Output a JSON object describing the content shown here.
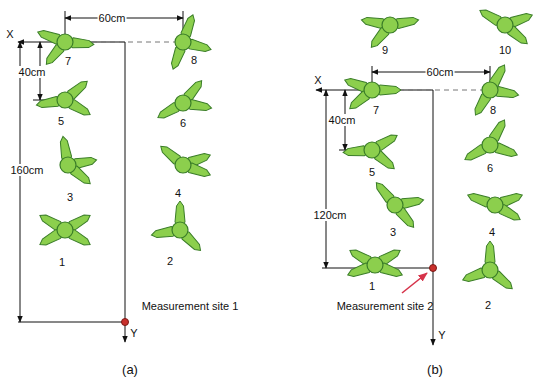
{
  "diagram": {
    "labels": [
      "X",
      "60cm",
      "7",
      "8",
      "40cm",
      "5",
      "6",
      "160cm",
      "3",
      "4",
      "1",
      "2",
      "Measurement site 1",
      "Y",
      "(a)",
      "9",
      "10",
      "X",
      "60cm",
      "7",
      "8",
      "40cm",
      "5",
      "6",
      "120cm",
      "3",
      "4",
      "1",
      "2",
      "Measurement site 2",
      "Y",
      "(b)"
    ]
  }
}
